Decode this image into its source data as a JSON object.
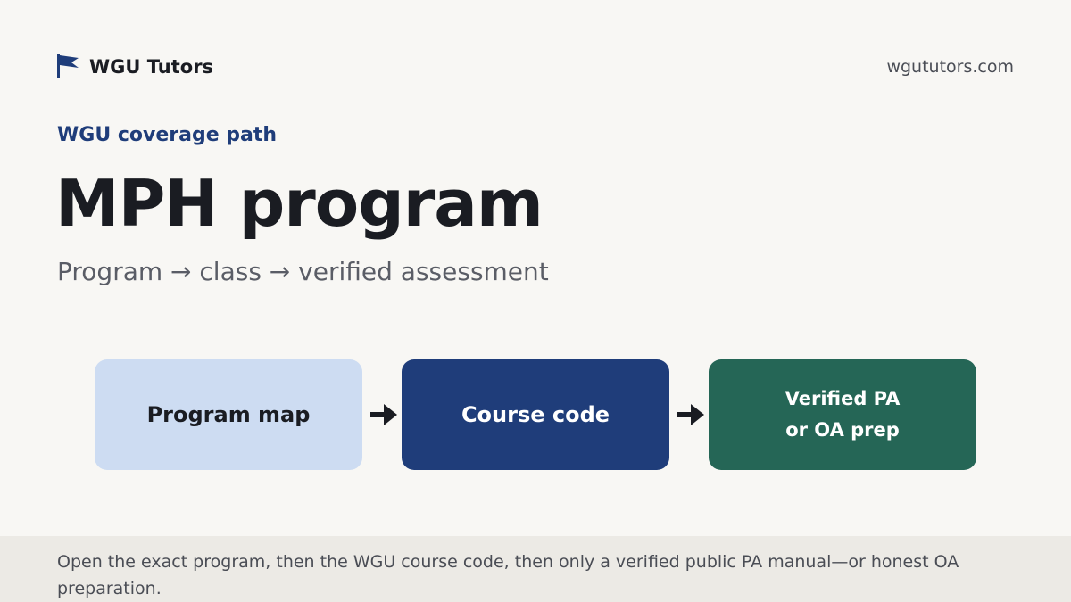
{
  "header": {
    "brand_name": "WGU Tutors",
    "domain": "wgututors.com"
  },
  "hero": {
    "eyebrow": "WGU coverage path",
    "title": "MPH program",
    "subtitle": "Program → class → verified assessment"
  },
  "flow": {
    "steps": [
      {
        "label": "Program map"
      },
      {
        "label": "Course code"
      },
      {
        "label": "Verified PA\nor OA prep"
      }
    ]
  },
  "footer": {
    "text": "Open the exact program, then the WGU course code, then only a verified public PA manual—or honest OA preparation."
  },
  "colors": {
    "background": "#f8f7f4",
    "accent_blue": "#1f3d7a",
    "light_blue": "#cddcf2",
    "green": "#256656",
    "footer_bg": "#eceae5"
  }
}
